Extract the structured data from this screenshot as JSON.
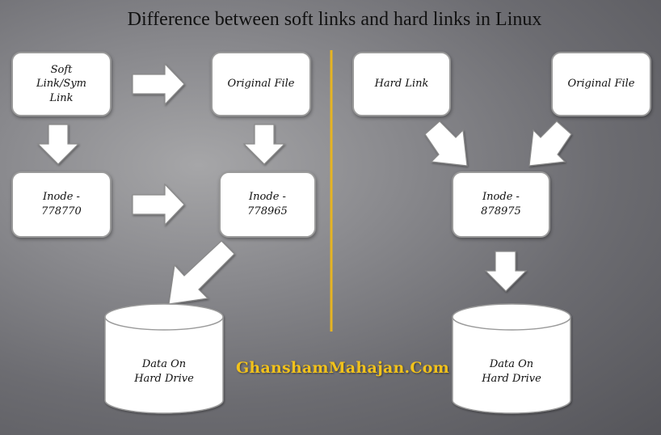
{
  "title": "Difference between soft links and hard links in Linux",
  "soft_link_side": {
    "soft_link_box": "Soft\nLink/Sym\nLink",
    "original_file_box": "Original File",
    "inode_left_box": "Inode -\n778770",
    "inode_right_box": "Inode -\n778965",
    "data_store": "Data On\nHard Drive"
  },
  "hard_link_side": {
    "hard_link_box": "Hard Link",
    "original_file_box": "Original File",
    "inode_box": "Inode -\n878975",
    "data_store": "Data On\nHard Drive"
  },
  "watermark": "GhanshamMahajan.Com",
  "colors": {
    "divider": "#e6b422",
    "watermark": "#f2c21b",
    "box_fill": "#ffffff"
  }
}
